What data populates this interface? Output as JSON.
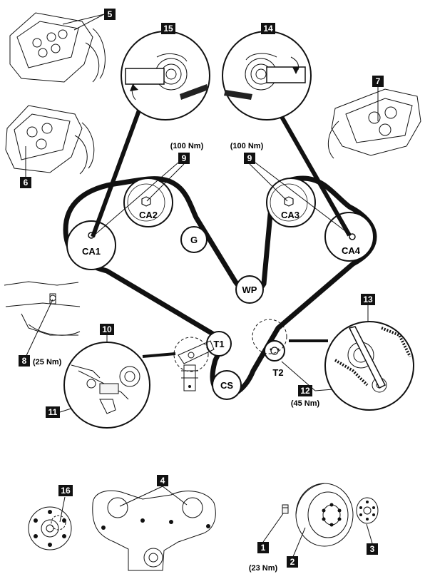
{
  "pulleys": {
    "ca1": "CA1",
    "ca2": "CA2",
    "ca3": "CA3",
    "ca4": "CA4",
    "g": "G",
    "wp": "WP",
    "t1": "T1",
    "t2": "T2",
    "cs": "CS"
  },
  "callouts": {
    "c1": "1",
    "c2": "2",
    "c3": "3",
    "c4": "4",
    "c5": "5",
    "c6": "6",
    "c7": "7",
    "c8": "8",
    "c9a": "9",
    "c9b": "9",
    "c10": "10",
    "c11": "11",
    "c12": "12",
    "c13": "13",
    "c14": "14",
    "c15": "15",
    "c16": "16"
  },
  "torques": {
    "t9a": "(100 Nm)",
    "t9b": "(100 Nm)",
    "t8": "(25 Nm)",
    "t12": "(45 Nm)",
    "t1": "(23 Nm)"
  },
  "colors": {
    "ink": "#111111",
    "callout_bg": "#111111",
    "paper": "#ffffff"
  }
}
